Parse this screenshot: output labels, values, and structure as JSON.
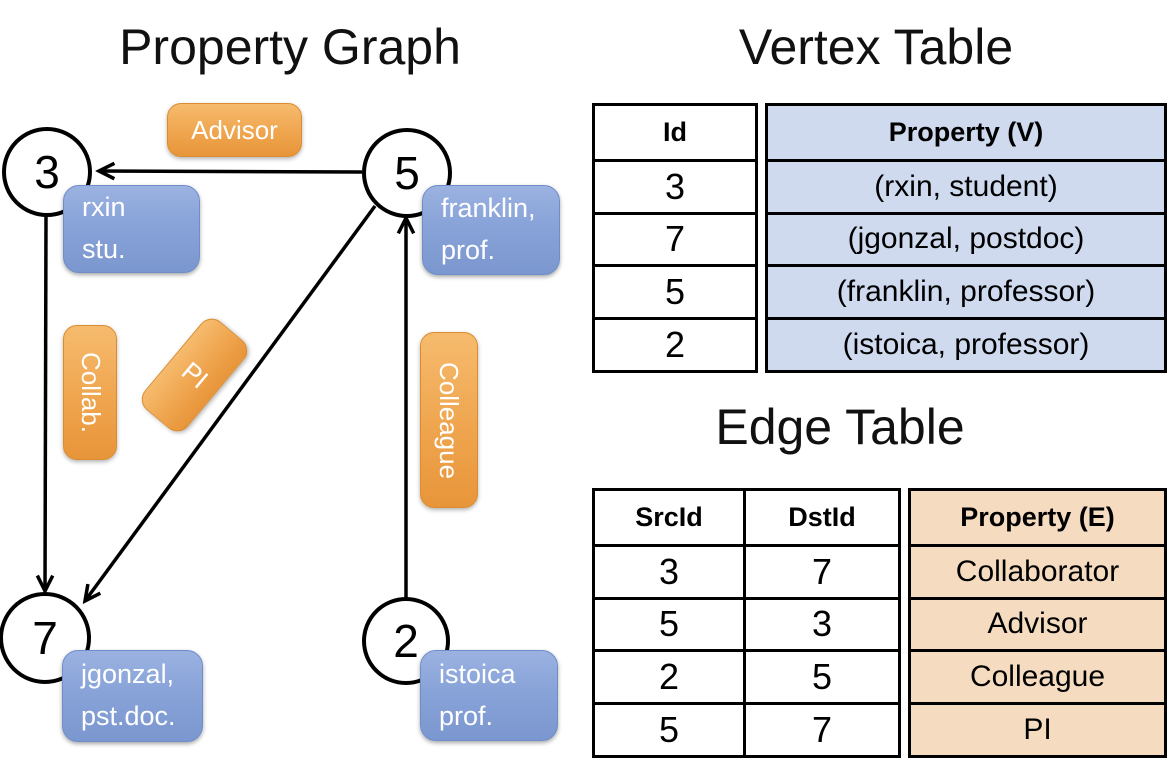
{
  "graph": {
    "title": "Property Graph",
    "vertices": {
      "v3": {
        "id": "3",
        "line1": "rxin",
        "line2": "stu."
      },
      "v5": {
        "id": "5",
        "line1": "franklin,",
        "line2": "prof."
      },
      "v7": {
        "id": "7",
        "line1": "jgonzal,",
        "line2": "pst.doc."
      },
      "v2": {
        "id": "2",
        "line1": "istoica",
        "line2": "prof."
      }
    },
    "edge_labels": {
      "advisor": "Advisor",
      "collab": "Collab.",
      "pi": "PI",
      "colleague": "Colleague"
    }
  },
  "vertex_table": {
    "title": "Vertex Table",
    "columns": {
      "id": "Id",
      "property": "Property (V)"
    },
    "rows": [
      [
        "3",
        "(rxin, student)"
      ],
      [
        "7",
        "(jgonzal, postdoc)"
      ],
      [
        "5",
        "(franklin, professor)"
      ],
      [
        "2",
        "(istoica, professor)"
      ]
    ]
  },
  "edge_table": {
    "title": "Edge Table",
    "columns": {
      "src": "SrcId",
      "dst": "DstId",
      "property": "Property (E)"
    },
    "rows": [
      [
        "3",
        "7",
        "Collaborator"
      ],
      [
        "5",
        "3",
        "Advisor"
      ],
      [
        "2",
        "5",
        "Colleague"
      ],
      [
        "5",
        "7",
        "PI"
      ]
    ]
  },
  "colors": {
    "edge_label_orange": "#EFA54E",
    "vertex_box_blue": "#88A3D8",
    "vertex_table_fill": "#CFDAEF",
    "edge_table_fill": "#F5DCC0",
    "line_black": "#000000"
  }
}
